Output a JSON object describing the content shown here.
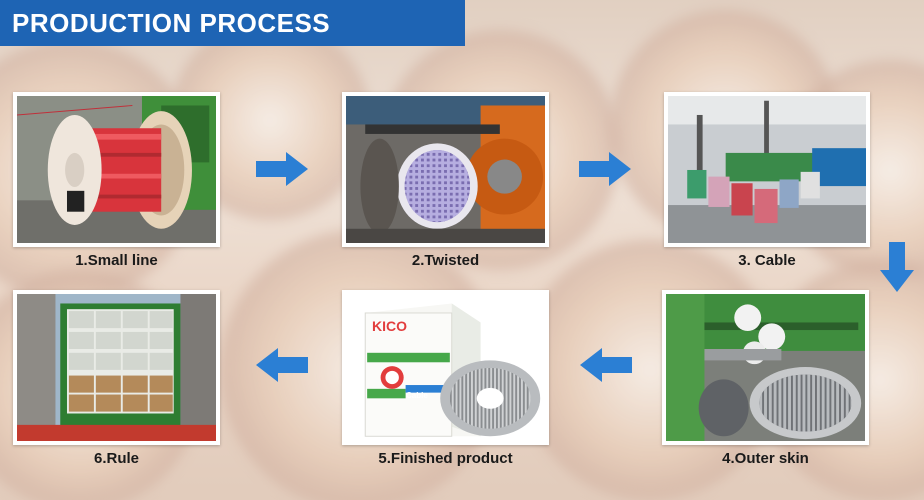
{
  "header": {
    "title": "PRODUCTION PROCESS"
  },
  "colors": {
    "accent": "#1e64b4",
    "arrow": "#2b7fd4"
  },
  "steps": [
    {
      "label": "1.Small line"
    },
    {
      "label": "2.Twisted"
    },
    {
      "label": "3. Cable"
    },
    {
      "label": "4.Outer skin"
    },
    {
      "label": "5.Finished product"
    },
    {
      "label": "6.Rule"
    }
  ],
  "product_box": {
    "brand": "KICO",
    "cable_word": "Cable"
  }
}
